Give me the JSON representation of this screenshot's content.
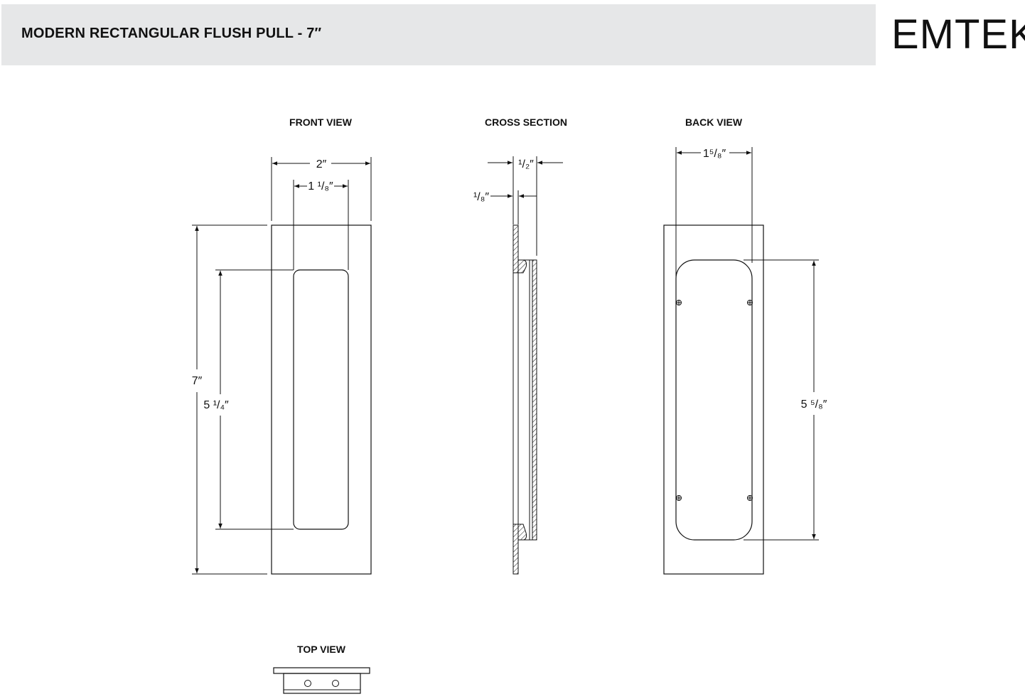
{
  "header": {
    "title": "MODERN RECTANGULAR FLUSH PULL - 7″",
    "brand": "EMTEK"
  },
  "views": {
    "front": "FRONT VIEW",
    "cross": "CROSS SECTION",
    "back": "BACK VIEW",
    "top": "TOP VIEW"
  },
  "dimensions": {
    "front_width": "2″",
    "front_inner_width": "1 ¹/₈″",
    "front_height": "7″",
    "front_inner_height": "5 ¹/₄″",
    "cross_depth": "¹/₂″",
    "cross_plate": "¹/₈″",
    "back_width": "1⁵/₈″",
    "back_height": "5 ⁵/₈″"
  },
  "colors": {
    "header_bg": "#e6e7e8",
    "ink": "#111111"
  }
}
